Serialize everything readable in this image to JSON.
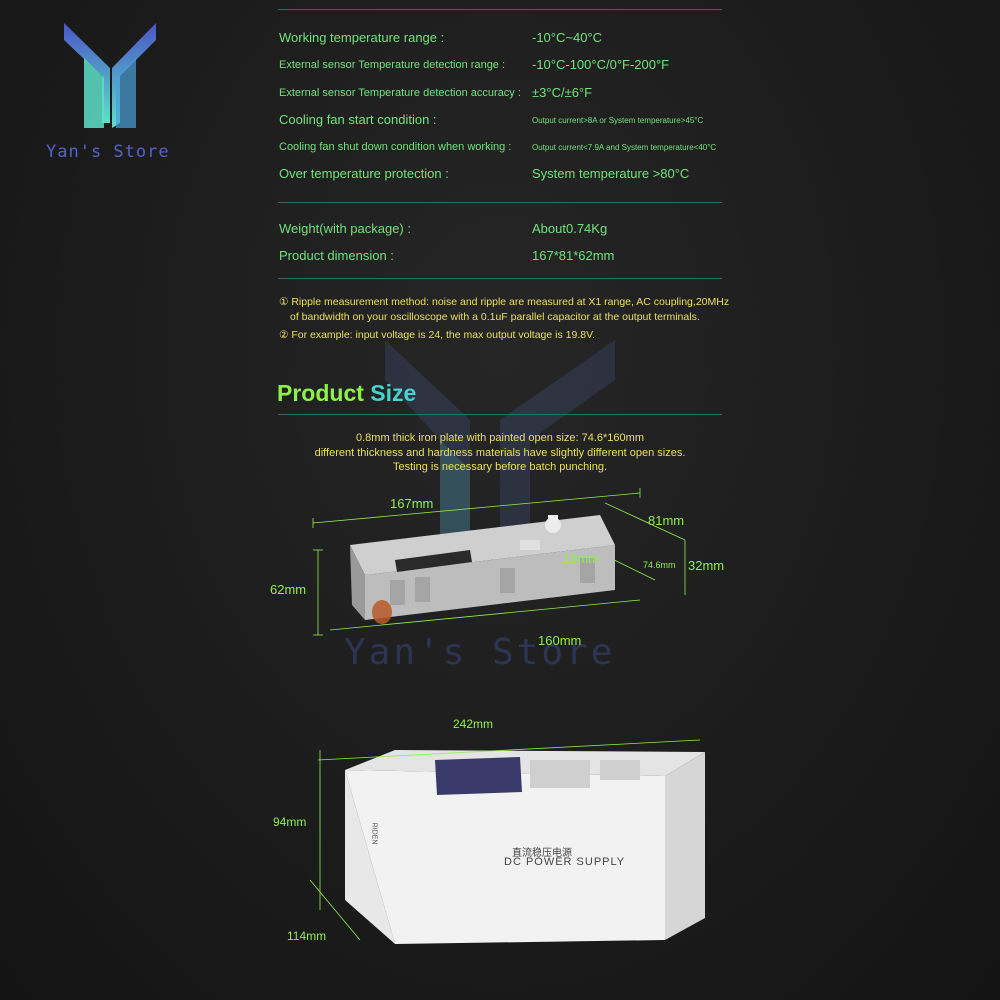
{
  "brand": {
    "name": "Yan's Store"
  },
  "specs_temperature": [
    {
      "label": "Working temperature range :",
      "value": "-10°C~40°C"
    },
    {
      "label": "External sensor Temperature detection range :",
      "value": "-10°C-100°C/0°F-200°F"
    },
    {
      "label": "External sensor Temperature detection accuracy :",
      "value": "±3°C/±6°F"
    },
    {
      "label": "Cooling fan start condition :",
      "value": "Output current>8A or System temperature>45°C"
    },
    {
      "label": "Cooling fan shut down condition when working :",
      "value": "Output current<7.9A and System temperature<40°C"
    },
    {
      "label": "Over temperature protection :",
      "value": "System temperature >80°C"
    }
  ],
  "specs_physical": [
    {
      "label": "Weight(with package) :",
      "value": "About0.74Kg"
    },
    {
      "label": "Product dimension :",
      "value": "167*81*62mm"
    }
  ],
  "notes": {
    "note1_line1": "① Ripple measurement method: noise and ripple are measured at X1 range, AC coupling,20MHz",
    "note1_line2": "of bandwidth on your oscilloscope with a 0.1uF parallel capacitor at the output terminals.",
    "note2": "② For example: input voltage is 24, the max output voltage is 19.8V."
  },
  "product_size": {
    "title_word1": "Product",
    "title_word2": "Size",
    "desc_line1": "0.8mm thick iron plate with painted open size: 74.6*160mm",
    "desc_line2": "different thickness and hardness materials have slightly different open sizes.",
    "desc_line3": "Testing is necessary before batch punching."
  },
  "device_dimensions": {
    "length": "167mm",
    "width": "81mm",
    "height": "62mm",
    "depth": "16mm",
    "cutout_width": "74.6mm",
    "panel_height": "32mm",
    "cutout_length": "160mm"
  },
  "box_dimensions": {
    "length": "242mm",
    "height": "94mm",
    "width": "114mm",
    "label_cn": "直流稳压电源",
    "label_en": "DC POWER SUPPLY",
    "brand_side": "RIDEN"
  },
  "colors": {
    "green": "#6fe27a",
    "teal": "#47d2cf",
    "yellow": "#e8e05a",
    "rule": "#2f6b6b"
  }
}
